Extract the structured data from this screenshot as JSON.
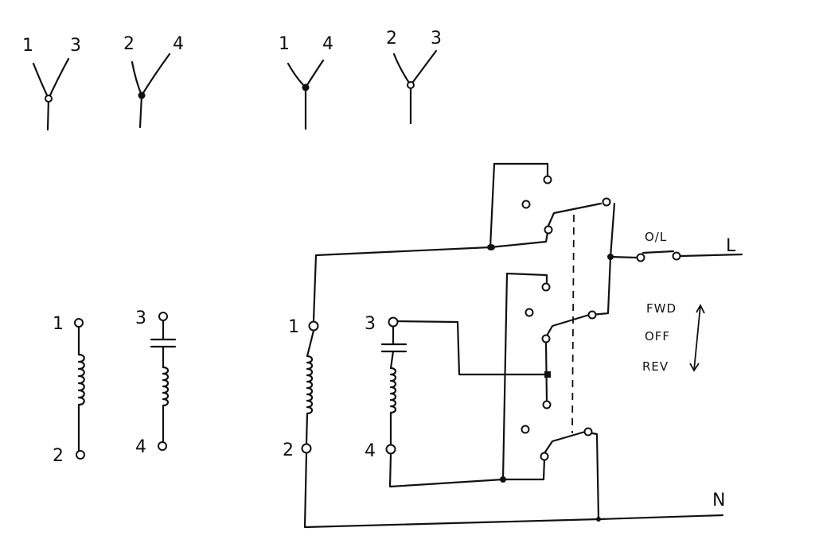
{
  "combos": {
    "pair_a": {
      "left": "1",
      "right": "3"
    },
    "pair_b": {
      "left": "2",
      "right": "4"
    },
    "pair_c": {
      "left": "1",
      "right": "4"
    },
    "pair_d": {
      "left": "2",
      "right": "3"
    }
  },
  "windings": {
    "main_top": "1",
    "main_bottom": "2",
    "start_top": "3",
    "start_bottom": "4"
  },
  "circuit": {
    "main_top": "1",
    "main_bottom": "2",
    "start_top": "3",
    "start_bottom": "4",
    "overload": "O/L",
    "line": "L",
    "neutral": "N"
  },
  "switch_positions": {
    "fwd": "FWD",
    "off": "OFF",
    "rev": "REV"
  }
}
